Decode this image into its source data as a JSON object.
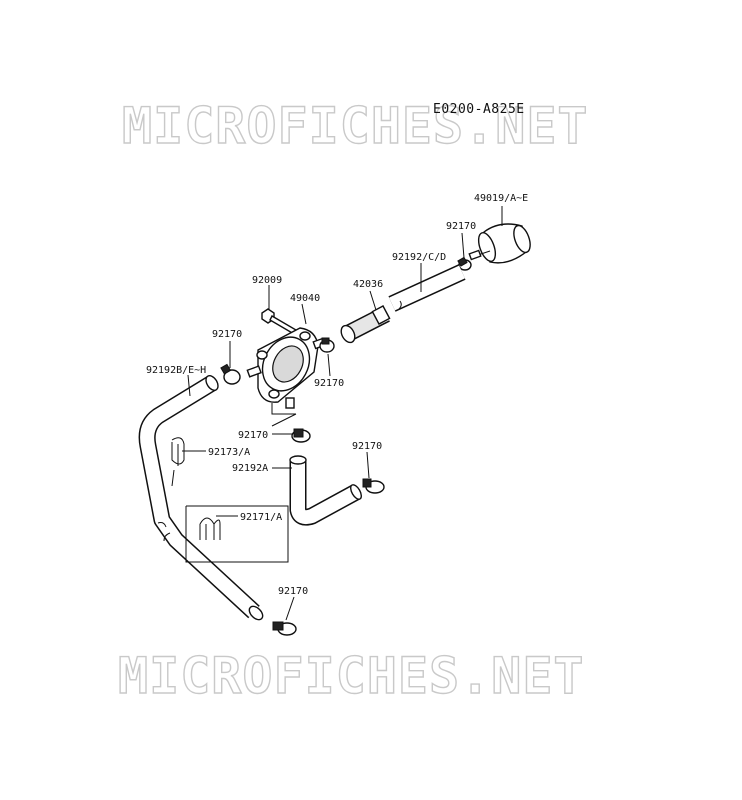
{
  "diagram": {
    "code": "E0200-A825E",
    "watermark_top": "MICROFICHES.NET",
    "watermark_bottom": "MICROFICHES.NET",
    "parts": {
      "p49019": "49019/A~E",
      "p92170_top": "92170",
      "p92192_cd": "92192/C/D",
      "p42036": "42036",
      "p92009": "92009",
      "p49040": "49040",
      "p92170_left": "92170",
      "p92170_mid": "92170",
      "p92192_eh": "92192B/E~H",
      "p92170_center": "92170",
      "p92173": "92173/A",
      "p92170_right": "92170",
      "p92192a": "92192A",
      "p92171": "92171/A",
      "p92170_bottom": "92170"
    }
  }
}
